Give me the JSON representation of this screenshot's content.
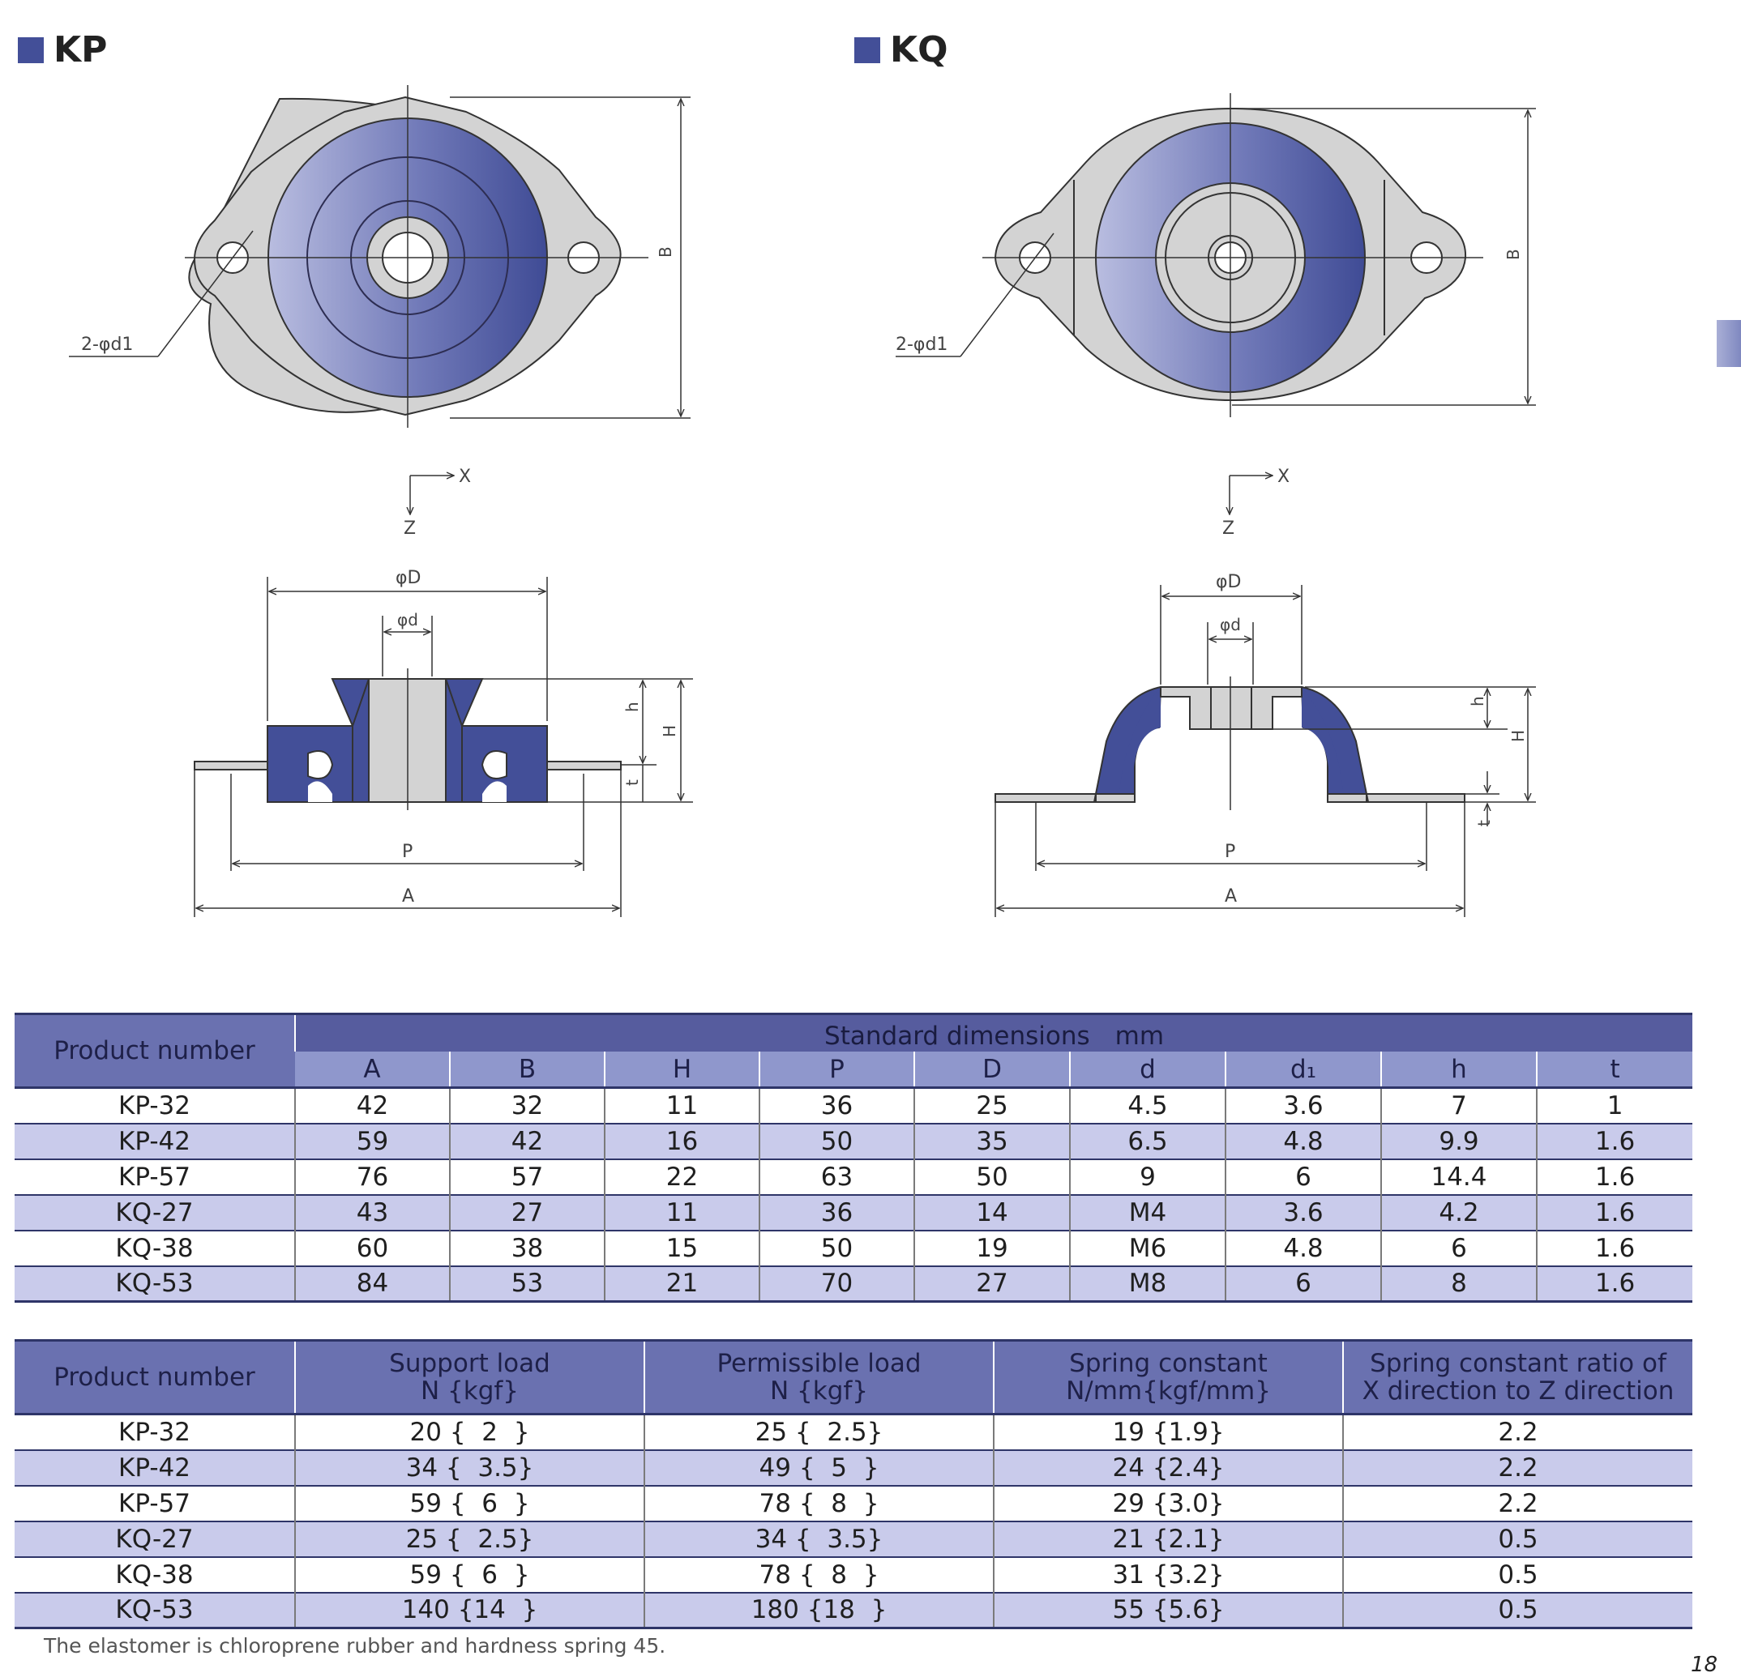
{
  "sections": {
    "kp_title": "KP",
    "kq_title": "KQ"
  },
  "drawing_labels": {
    "hole_note": "2-φd1",
    "B": "B",
    "x_axis": "X",
    "z_axis": "Z",
    "phi_D": "φD",
    "phi_d": "φd",
    "h": "h",
    "H": "H",
    "t": "t",
    "P": "P",
    "A": "A"
  },
  "colors": {
    "rubber": "#434f98",
    "metal": "#d3d3d3",
    "header": "#6a71b0",
    "stripe": "#c9cbeb"
  },
  "dimensions_table": {
    "product_header": "Product number",
    "group_header": "Standard dimensions　mm",
    "columns": [
      "A",
      "B",
      "H",
      "P",
      "D",
      "d",
      "d₁",
      "h",
      "t"
    ],
    "rows": [
      [
        "KP-32",
        "42",
        "32",
        "11",
        "36",
        "25",
        "4.5",
        "3.6",
        "7",
        "1"
      ],
      [
        "KP-42",
        "59",
        "42",
        "16",
        "50",
        "35",
        "6.5",
        "4.8",
        "9.9",
        "1.6"
      ],
      [
        "KP-57",
        "76",
        "57",
        "22",
        "63",
        "50",
        "9",
        "6",
        "14.4",
        "1.6"
      ],
      [
        "KQ-27",
        "43",
        "27",
        "11",
        "36",
        "14",
        "M4",
        "3.6",
        "4.2",
        "1.6"
      ],
      [
        "KQ-38",
        "60",
        "38",
        "15",
        "50",
        "19",
        "M6",
        "4.8",
        "6",
        "1.6"
      ],
      [
        "KQ-53",
        "84",
        "53",
        "21",
        "70",
        "27",
        "M8",
        "6",
        "8",
        "1.6"
      ]
    ]
  },
  "load_table": {
    "headers": [
      {
        "line1": "Product number",
        "line2": ""
      },
      {
        "line1": "Support load",
        "line2": "N {kgf}"
      },
      {
        "line1": "Permissible load",
        "line2": "N {kgf}"
      },
      {
        "line1": "Spring constant",
        "line2": "N/mm{kgf/mm}"
      },
      {
        "line1": "Spring constant ratio of",
        "line2": "X direction to Z direction"
      }
    ],
    "rows": [
      [
        "KP-32",
        "20 {  2  }",
        "25 {  2.5}",
        "19 {1.9}",
        "2.2"
      ],
      [
        "KP-42",
        "34 {  3.5}",
        "49 {  5  }",
        "24 {2.4}",
        "2.2"
      ],
      [
        "KP-57",
        "59 {  6  }",
        "78 {  8  }",
        "29 {3.0}",
        "2.2"
      ],
      [
        "KQ-27",
        "25 {  2.5}",
        "34 {  3.5}",
        "21 {2.1}",
        "0.5"
      ],
      [
        "KQ-38",
        "59 {  6  }",
        "78 {  8  }",
        "31 {3.2}",
        "0.5"
      ],
      [
        "KQ-53",
        "140 {14  }",
        "180 {18  }",
        "55 {5.6}",
        "0.5"
      ]
    ]
  },
  "footnote": "The elastomer is chloroprene rubber and hardness spring 45.",
  "page_number": "18"
}
